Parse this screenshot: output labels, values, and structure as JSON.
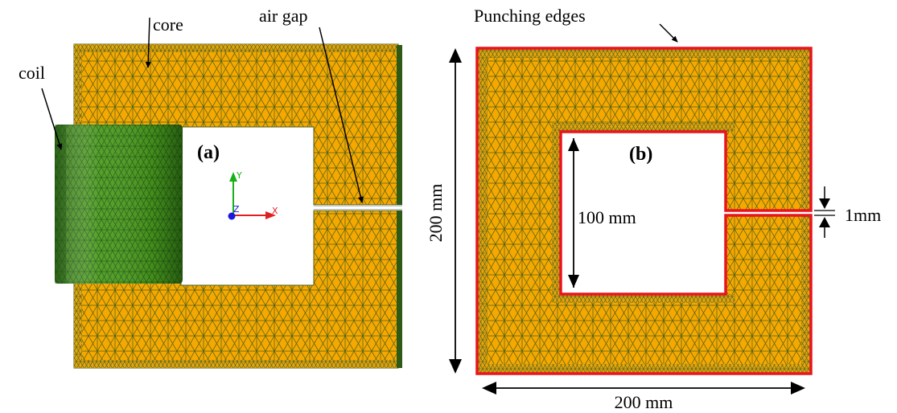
{
  "panel_a": {
    "label": "(a)",
    "core_label": "core",
    "coil_label": "coil",
    "air_gap_label": "air gap",
    "axes": {
      "y": "Y",
      "x": "X",
      "z": "Z"
    }
  },
  "panel_b": {
    "label": "(b)",
    "punching_edges_label": "Punching edges",
    "outer_height": "200 mm",
    "outer_width": "200 mm",
    "inner_height": "100 mm",
    "gap_width": "1mm"
  },
  "colors": {
    "core_fill": "#F5A800",
    "mesh_line": "#4E5E1A",
    "coil_fill": "#4C9A1E",
    "coil_mesh": "#1E5A10",
    "punch_edge": "#E8141E",
    "axis_x": "#E02020",
    "axis_y": "#18B018",
    "axis_z": "#1818E0"
  }
}
